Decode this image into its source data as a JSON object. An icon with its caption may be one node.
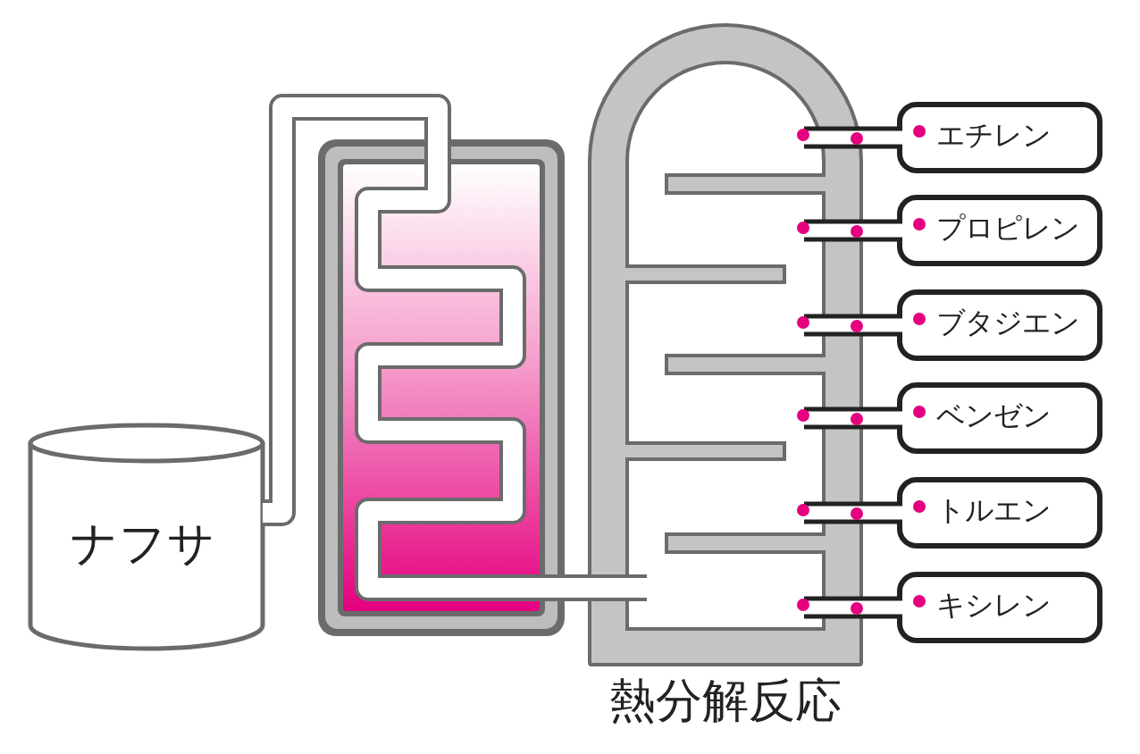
{
  "diagram": {
    "nodes": [
      {
        "text": [
          "ナフサ"
        ]
      },
      {
        "text": [],
        "shape": "box"
      },
      {
        "text": [
          "熱分解反応"
        ]
      },
      {
        "text": [
          "エチレン"
        ]
      },
      {
        "text": [
          "プロピレン"
        ]
      },
      {
        "text": [
          "ブタジエン"
        ]
      },
      {
        "text": [
          "ベンゼン"
        ]
      },
      {
        "text": [
          "トルエン"
        ]
      },
      {
        "text": [
          "キシレン"
        ]
      }
    ],
    "edges": [
      {
        "from": 0,
        "to": 1,
        "arrow": "none",
        "color": "#6b6b6b"
      },
      {
        "from": 1,
        "to": 2,
        "arrow": "none",
        "color": "#6b6b6b"
      },
      {
        "from": 2,
        "to": 3,
        "arrow": "none"
      },
      {
        "from": 2,
        "to": 4,
        "arrow": "none"
      },
      {
        "from": 2,
        "to": 5,
        "arrow": "none"
      },
      {
        "from": 2,
        "to": 6,
        "arrow": "none"
      },
      {
        "from": 2,
        "to": 7,
        "arrow": "none"
      },
      {
        "from": 2,
        "to": 8,
        "arrow": "none"
      }
    ]
  }
}
